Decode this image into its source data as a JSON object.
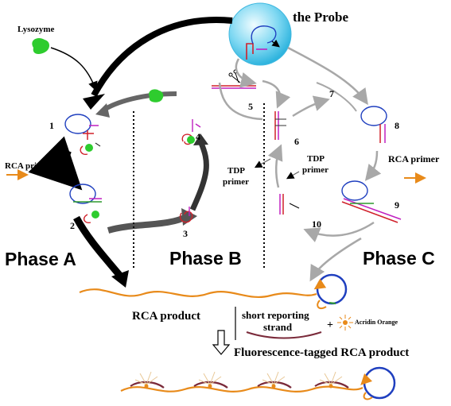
{
  "labels": {
    "lysozyme": "Lysozyme",
    "probe": "the Probe",
    "rca_primer_left": "RCA primer",
    "rca_primer_right": "RCA primer",
    "tdp_primer_1": "TDP",
    "tdp_primer_1b": "primer",
    "tdp_primer_2": "TDP",
    "tdp_primer_2b": "primer",
    "phase_a": "Phase A",
    "phase_b": "Phase B",
    "phase_c": "Phase C",
    "rca_product": "RCA product",
    "short_reporting_1": "short reporting",
    "short_reporting_2": "strand",
    "plus": "+",
    "acridin": "Acridin Orange",
    "fluorescence": "Fluorescence-tagged RCA product"
  },
  "steps": [
    "1",
    "2",
    "3",
    "4",
    "5",
    "6",
    "7",
    "8",
    "9",
    "10"
  ],
  "colors": {
    "probe": "#5ecdf0",
    "probe_light": "#d8f6ff",
    "lysozyme": "#2ecc2e",
    "rca_strand": "#e88a1a",
    "circle": "#1f3fbf",
    "aptamer_red": "#d0202a",
    "aptamer_magenta": "#c020c0",
    "reporter": "#7a2a3a",
    "grey_arrow": "#a8a8a8",
    "black_arrow": "#000000"
  }
}
